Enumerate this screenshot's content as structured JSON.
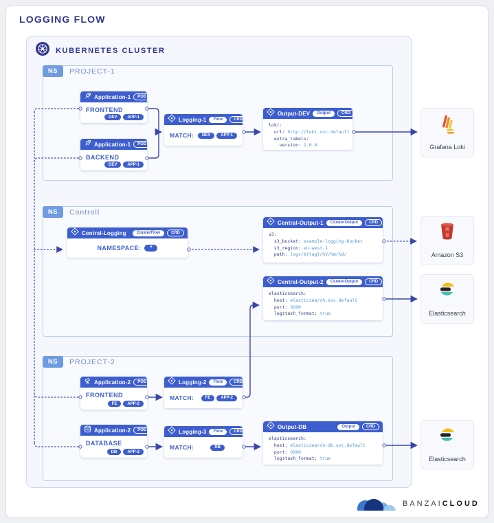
{
  "page": {
    "title": "LOGGING FLOW"
  },
  "cluster": {
    "label": "KUBERNETES CLUSTER"
  },
  "namespaces": {
    "project1": {
      "tag": "NS",
      "label": "PROJECT-1"
    },
    "controll": {
      "tag": "NS",
      "label": "Controll"
    },
    "project2": {
      "tag": "NS",
      "label": "PROJECT-2"
    }
  },
  "cards": {
    "frontend1": {
      "title": "Application-1",
      "badge": "POD",
      "name": "FRONTEND",
      "tags": [
        "DEV",
        "APP-1"
      ]
    },
    "backend1": {
      "title": "Application-1",
      "badge": "POD",
      "name": "BACKEND",
      "tags": [
        "DEV",
        "APP-1"
      ]
    },
    "logging1": {
      "title": "Logging-1",
      "badges": [
        "Flow",
        "CRD"
      ],
      "match_label": "MATCH:",
      "tags": [
        "DEV",
        "APP-1"
      ]
    },
    "output_dev": {
      "title": "Output-DEV",
      "badges": [
        "Output",
        "CRD"
      ],
      "code": [
        {
          "k": "loki:",
          "v": ""
        },
        {
          "k": "  url:",
          "v": " http://loki.svc.default"
        },
        {
          "k": "  extra_labels:",
          "v": ""
        },
        {
          "k": "    version:",
          "v": " 1.0.8"
        }
      ]
    },
    "central_logging": {
      "title": "Central-Logging",
      "badges": [
        "ClusterFlow",
        "CRD"
      ],
      "ns_label": "NAMESPACE:",
      "ns_value": "*"
    },
    "central_output1": {
      "title": "Central-Output-1",
      "badges": [
        "ClusterOutput",
        "CRD"
      ],
      "code": [
        {
          "k": "s3:",
          "v": ""
        },
        {
          "k": "  s3_bucket:",
          "v": " example-logging-bucket"
        },
        {
          "k": "  s3_region:",
          "v": " eu-west-1"
        },
        {
          "k": "  path:",
          "v": " logs/${tag}/%Y/%m/%d/"
        }
      ]
    },
    "central_output2": {
      "title": "Central-Output-2",
      "badges": [
        "ClusterOutput",
        "CRD"
      ],
      "code": [
        {
          "k": "elasticsearch:",
          "v": ""
        },
        {
          "k": "  host:",
          "v": " elasticsearch.svc.default"
        },
        {
          "k": "  port:",
          "v": " 9200"
        },
        {
          "k": "  logstash_format:",
          "v": " true"
        }
      ]
    },
    "frontend2": {
      "title": "Application-2",
      "badge": "POD",
      "name": "FRONTEND",
      "tags": [
        "FE",
        "APP-2"
      ]
    },
    "database2": {
      "title": "Application-2",
      "badge": "POD",
      "name": "DATABASE",
      "tags": [
        "DB",
        "APP-2"
      ]
    },
    "logging2": {
      "title": "Logging-2",
      "badges": [
        "Flow",
        "CRD"
      ],
      "match_label": "MATCH:",
      "tags": [
        "FE",
        "APP-2"
      ]
    },
    "logging3": {
      "title": "Logging-3",
      "badges": [
        "Flow",
        "CRD"
      ],
      "match_label": "MATCH:",
      "tags": [
        "DB"
      ]
    },
    "output_db": {
      "title": "Output-DB",
      "badges": [
        "Output",
        "CRD"
      ],
      "code": [
        {
          "k": "elasticsearch:",
          "v": ""
        },
        {
          "k": "  host:",
          "v": " elasticsearch-db.svc.default"
        },
        {
          "k": "  port:",
          "v": " 9200"
        },
        {
          "k": "  logstash_format:",
          "v": " true"
        }
      ]
    }
  },
  "services": {
    "grafana_loki": {
      "label": "Grafana Loki"
    },
    "amazon_s3": {
      "label": "Amazon S3"
    },
    "elasticsearch_top": {
      "label": "Elasticsearch"
    },
    "elasticsearch_bottom": {
      "label": "Elasticsearch"
    }
  },
  "footer": {
    "brand_primary": "BANZAI",
    "brand_secondary": "CLOUD"
  },
  "colors": {
    "accent": "#3d5ecf",
    "navy": "#2f3691",
    "value_blue": "#4e95da",
    "line": "#3a47a9",
    "ns_tag": "#6f9be1"
  }
}
